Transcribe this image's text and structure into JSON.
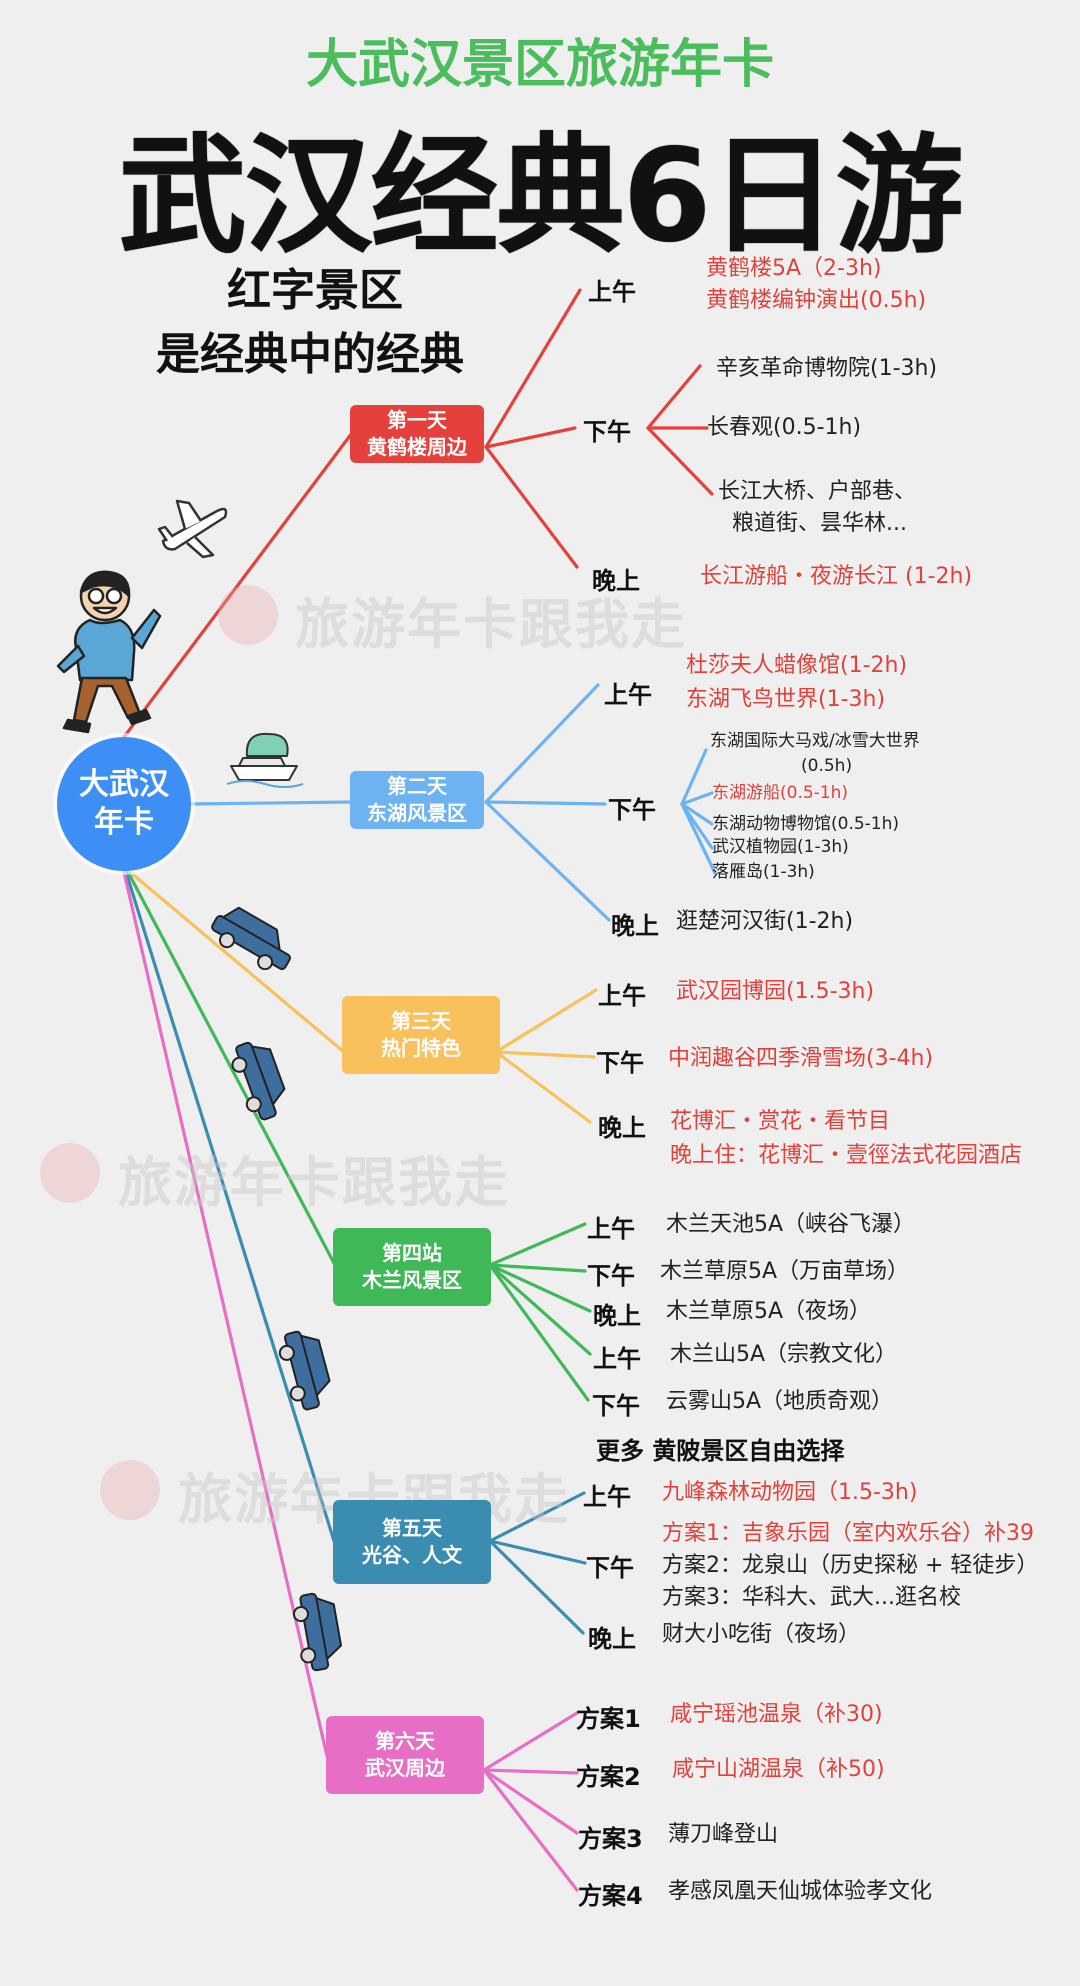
{
  "header": {
    "kicker": "大武汉景区旅游年卡",
    "title": "武汉经典6日游",
    "sub1": "红字景区",
    "sub2": "是经典中的经典"
  },
  "hub": "大武汉年卡",
  "watermark": "旅游年卡跟我走",
  "colors": {
    "day1": "#e4413c",
    "day2": "#6db3f2",
    "day3": "#f8c15c",
    "day4": "#3fb957",
    "day5": "#3a8cb0",
    "day6": "#e76dc5",
    "red_text": "#e2413b",
    "title_green": "#4bbd5c"
  },
  "days": [
    {
      "line1": "第一天",
      "line2": "黄鹤楼周边",
      "slots": [
        {
          "label": "上午",
          "items": [
            {
              "t": "黄鹤楼5A（2-3h)",
              "red": true
            },
            {
              "t": "黄鹤楼编钟演出(0.5h)",
              "red": true
            }
          ]
        },
        {
          "label": "下午",
          "items": [
            {
              "t": "辛亥革命博物院(1-3h)",
              "red": false
            },
            {
              "t": "长春观(0.5-1h)",
              "red": false
            },
            {
              "t": "长江大桥、户部巷、",
              "red": false
            },
            {
              "t": "粮道街、昙华林...",
              "red": false
            }
          ]
        },
        {
          "label": "晚上",
          "items": [
            {
              "t": "长江游船・夜游长江 (1-2h)",
              "red": true
            }
          ]
        }
      ]
    },
    {
      "line1": "第二天",
      "line2": "东湖风景区",
      "slots": [
        {
          "label": "上午",
          "items": [
            {
              "t": "杜莎夫人蜡像馆(1-2h)",
              "red": true
            },
            {
              "t": "东湖飞鸟世界(1-3h)",
              "red": true
            }
          ]
        },
        {
          "label": "下午",
          "items": [
            {
              "t": "东湖国际大马戏/冰雪大世界",
              "red": false
            },
            {
              "t": "(0.5h)",
              "red": false
            },
            {
              "t": "东湖游船(0.5-1h)",
              "red": true
            },
            {
              "t": "东湖动物博物馆(0.5-1h)",
              "red": false
            },
            {
              "t": "武汉植物园(1-3h)",
              "red": false
            },
            {
              "t": "落雁岛(1-3h)",
              "red": false
            }
          ]
        },
        {
          "label": "晚上",
          "items": [
            {
              "t": "逛楚河汉街(1-2h)",
              "red": false
            }
          ]
        }
      ]
    },
    {
      "line1": "第三天",
      "line2": "热门特色",
      "slots": [
        {
          "label": "上午",
          "items": [
            {
              "t": "武汉园博园(1.5-3h)",
              "red": true
            }
          ]
        },
        {
          "label": "下午",
          "items": [
            {
              "t": "中润趣谷四季滑雪场(3-4h)",
              "red": true
            }
          ]
        },
        {
          "label": "晚上",
          "items": [
            {
              "t": "花博汇・赏花・看节目",
              "red": true
            },
            {
              "t": "晚上住：花博汇・壹徑法式花园酒店",
              "red": true
            }
          ]
        }
      ]
    },
    {
      "line1": "第四站",
      "line2": "木兰风景区",
      "slots": [
        {
          "label": "上午",
          "items": [
            {
              "t": "木兰天池5A（峡谷飞瀑）",
              "red": false
            }
          ]
        },
        {
          "label": "下午",
          "items": [
            {
              "t": "木兰草原5A（万亩草场）",
              "red": false
            }
          ]
        },
        {
          "label": "晚上",
          "items": [
            {
              "t": "木兰草原5A（夜场）",
              "red": false
            }
          ]
        },
        {
          "label": "上午",
          "items": [
            {
              "t": "木兰山5A（宗教文化）",
              "red": false
            }
          ]
        },
        {
          "label": "下午",
          "items": [
            {
              "t": "云雾山5A（地质奇观）",
              "red": false
            }
          ]
        }
      ],
      "more": "更多  黄陂景区自由选择"
    },
    {
      "line1": "第五天",
      "line2": "光谷、人文",
      "slots": [
        {
          "label": "上午",
          "items": [
            {
              "t": "九峰森林动物园（1.5-3h)",
              "red": true
            }
          ]
        },
        {
          "label": "下午",
          "items": [
            {
              "t": "方案1：吉象乐园（室内欢乐谷）补39",
              "red": true
            },
            {
              "t": "方案2：龙泉山（历史探秘 + 轻徒步）",
              "red": false
            },
            {
              "t": "方案3：华科大、武大...逛名校",
              "red": false
            }
          ]
        },
        {
          "label": "晚上",
          "items": [
            {
              "t": "财大小吃街（夜场）",
              "red": false
            }
          ]
        }
      ]
    },
    {
      "line1": "第六天",
      "line2": "武汉周边",
      "slots": [
        {
          "label": "方案1",
          "items": [
            {
              "t": "咸宁瑶池温泉（补30)",
              "red": true
            }
          ]
        },
        {
          "label": "方案2",
          "items": [
            {
              "t": "咸宁山湖温泉（补50)",
              "red": true
            }
          ]
        },
        {
          "label": "方案3",
          "items": [
            {
              "t": "薄刀峰登山",
              "red": false
            }
          ]
        },
        {
          "label": "方案4",
          "items": [
            {
              "t": "孝感凤凰天仙城体验孝文化",
              "red": false
            }
          ]
        }
      ]
    }
  ]
}
